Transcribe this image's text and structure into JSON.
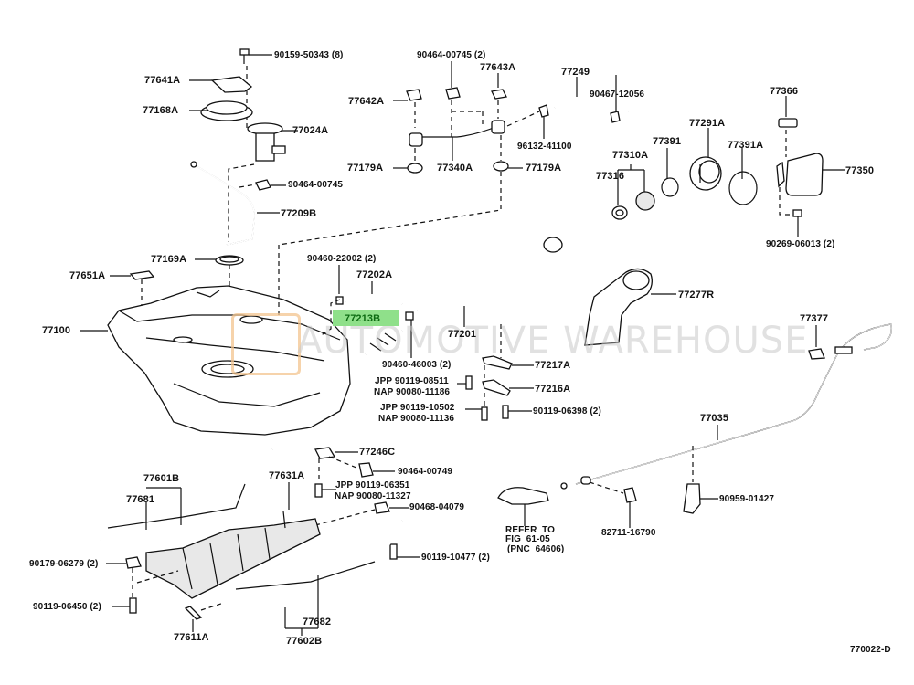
{
  "diagram": {
    "title_code": "770022-D",
    "highlighted_part": "77213B",
    "highlight_color": "#8fe08a",
    "watermark": {
      "text": "AUTOMOTIVE WAREHOUSE",
      "logo_color": "#f3c48f"
    },
    "labels": {
      "p90159_50343": "90159-50343 (8)",
      "p77641A": "77641A",
      "p77168A": "77168A",
      "p77024A": "77024A",
      "p90464_00745_a": "90464-00745",
      "p77209B": "77209B",
      "p77169A": "77169A",
      "p77651A": "77651A",
      "p77100": "77100",
      "p90464_00745_2": "90464-00745 (2)",
      "p77643A": "77643A",
      "p77642A": "77642A",
      "p77179A_left": "77179A",
      "p77340A": "77340A",
      "p77179A_right": "77179A",
      "p77249": "77249",
      "p90467_12056": "90467-12056",
      "p96132_41100": "96132-41100",
      "p77366": "77366",
      "p77291A": "77291A",
      "p77391": "77391",
      "p77391A": "77391A",
      "p77310A": "77310A",
      "p77316": "77316",
      "p77350": "77350",
      "p90269_06013": "90269-06013 (2)",
      "p90460_22002": "90460-22002 (2)",
      "p77202A": "77202A",
      "p77213B": "77213B",
      "p77201": "77201",
      "p77277R": "77277R",
      "p90460_46003": "90460-46003 (2)",
      "p77217A": "77217A",
      "p77216A": "77216A",
      "jpp_08511": "JPP 90119-08511",
      "nap_11186": "NAP 90080-11186",
      "jpp_10502": "JPP 90119-10502",
      "nap_11136": "NAP 90080-11136",
      "p90119_06398": "90119-06398 (2)",
      "p77377": "77377",
      "p77035": "77035",
      "p77246C": "77246C",
      "p90464_00749": "90464-00749",
      "jpp_06351": "JPP 90119-06351",
      "nap_11327": "NAP 90080-11327",
      "p90468_04079": "90468-04079",
      "p90119_10477": "90119-10477 (2)",
      "p77601B": "77601B",
      "p77681": "77681",
      "p77631A": "77631A",
      "p90179_06279": "90179-06279 (2)",
      "p90119_06450": "90119-06450 (2)",
      "p77611A": "77611A",
      "p77682": "77682",
      "p77602B": "77602B",
      "refer_line1": "REFER  TO",
      "refer_line2": "FIG  61-05",
      "refer_line3": "(PNC  64606)",
      "p82711_16790": "82711-16790",
      "p90959_01427": "90959-01427"
    }
  }
}
